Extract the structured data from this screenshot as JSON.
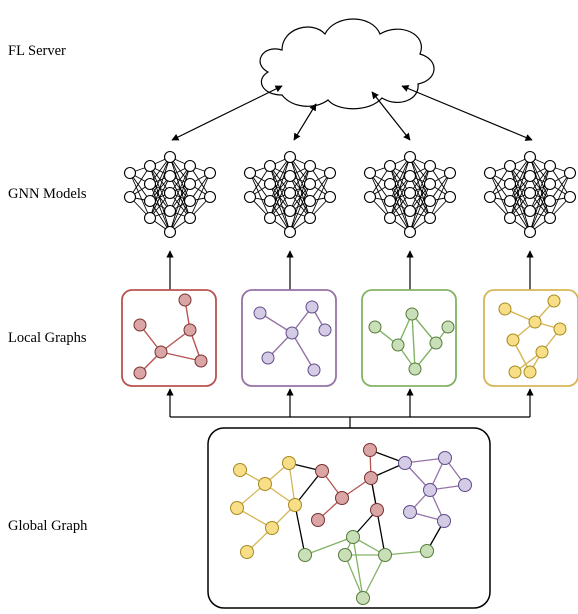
{
  "labels": {
    "server": "FL Server",
    "models": "GNN Models",
    "local": "Local Graphs",
    "global": "Global Graph"
  },
  "palette": {
    "red": {
      "stroke": "#b85450",
      "fill": "#d9a5a5",
      "node_stroke": "#7a3030"
    },
    "purple": {
      "stroke": "#9673a6",
      "fill": "#d4cbe5",
      "node_stroke": "#5f4b8b"
    },
    "green": {
      "stroke": "#82b366",
      "fill": "#c9dfb8",
      "node_stroke": "#557a3a"
    },
    "yellow": {
      "stroke": "#d6b656",
      "fill": "#f7de87",
      "node_stroke": "#a68a1f"
    }
  },
  "clients": [
    "red",
    "purple",
    "green",
    "yellow"
  ]
}
